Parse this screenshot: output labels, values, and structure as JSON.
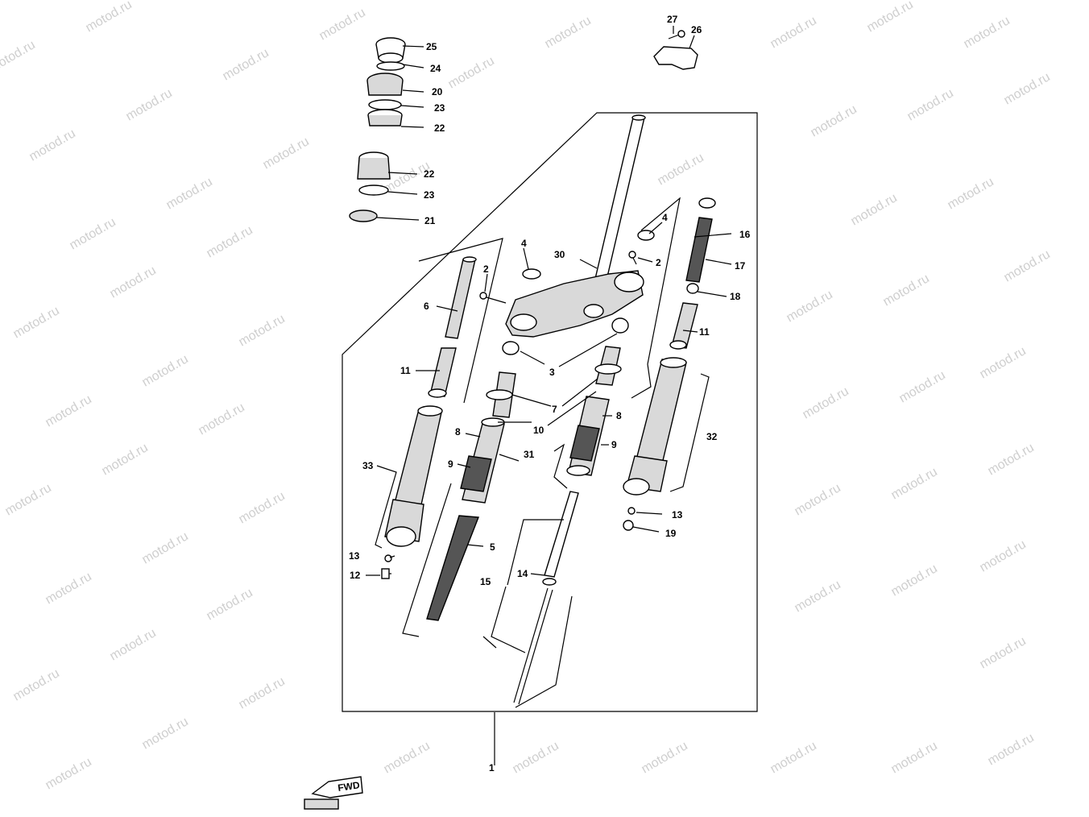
{
  "watermark": "motod.ru",
  "fwd_label": "FWD",
  "colors": {
    "ink": "#000000",
    "paper": "#ffffff",
    "watermark": "#cfcfcf",
    "shade": "#d9d9d9"
  },
  "callouts": {
    "c1": "1",
    "c2a": "2",
    "c2b": "2",
    "c3": "3",
    "c4a": "4",
    "c4b": "4",
    "c5": "5",
    "c6": "6",
    "c7": "7",
    "c8a": "8",
    "c8b": "8",
    "c9a": "9",
    "c9b": "9",
    "c10": "10",
    "c11a": "11",
    "c11b": "11",
    "c12": "12",
    "c13a": "13",
    "c13b": "13",
    "c14": "14",
    "c15": "15",
    "c16": "16",
    "c17": "17",
    "c18": "18",
    "c19": "19",
    "c20": "20",
    "c21": "21",
    "c22a": "22",
    "c22b": "22",
    "c23a": "23",
    "c23b": "23",
    "c24": "24",
    "c25": "25",
    "c26": "26",
    "c27": "27",
    "c30": "30",
    "c31": "31",
    "c32": "32",
    "c33": "33"
  }
}
